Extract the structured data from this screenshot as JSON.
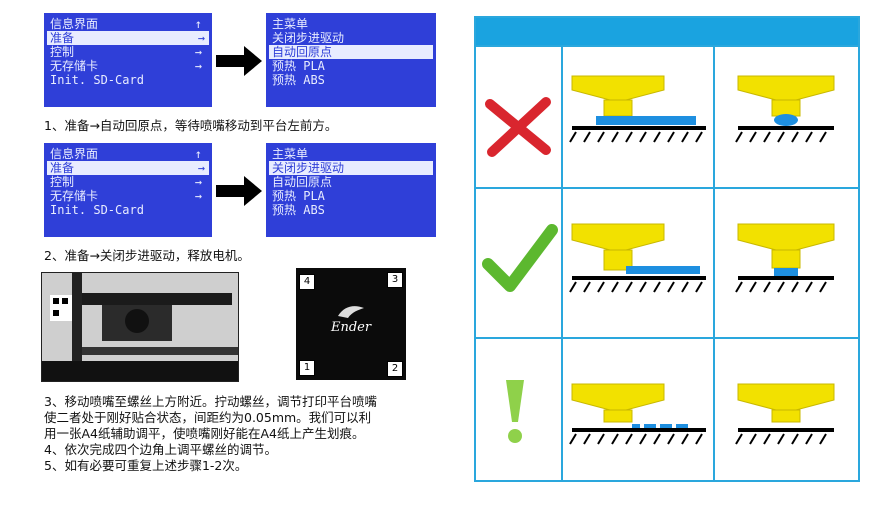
{
  "lcd1": {
    "rows": [
      {
        "label": "信息界面",
        "arrow": "↑",
        "selected": false
      },
      {
        "label": "准备",
        "arrow": "→",
        "selected": true
      },
      {
        "label": "控制",
        "arrow": "→",
        "selected": false
      },
      {
        "label": "无存储卡",
        "arrow": "→",
        "selected": false
      },
      {
        "label": "Init. SD-Card",
        "arrow": "",
        "selected": false
      }
    ]
  },
  "lcd2": {
    "rows": [
      {
        "label": "主菜单",
        "selected": false
      },
      {
        "label": "关闭步进驱动",
        "selected": false
      },
      {
        "label": "自动回原点",
        "selected": true
      },
      {
        "label": "预热 PLA",
        "selected": false
      },
      {
        "label": "预热 ABS",
        "selected": false
      }
    ]
  },
  "lcd3": {
    "rows": [
      {
        "label": "信息界面",
        "arrow": "↑",
        "selected": false
      },
      {
        "label": "准备",
        "arrow": "→",
        "selected": true
      },
      {
        "label": "控制",
        "arrow": "→",
        "selected": false
      },
      {
        "label": "无存储卡",
        "arrow": "→",
        "selected": false
      },
      {
        "label": "Init. SD-Card",
        "arrow": "",
        "selected": false
      }
    ]
  },
  "lcd4": {
    "rows": [
      {
        "label": "主菜单",
        "selected": false
      },
      {
        "label": "关闭步进驱动",
        "selected": true
      },
      {
        "label": "自动回原点",
        "selected": false
      },
      {
        "label": "预热 PLA",
        "selected": false
      },
      {
        "label": "预热 ABS",
        "selected": false
      }
    ]
  },
  "captions": {
    "step1": "1、准备→自动回原点，等待喷嘴移动到平台左前方。",
    "step2": "2、准备→关闭步进驱动，释放电机。"
  },
  "steps": {
    "line1": "3、移动喷嘴至螺丝上方附近。拧动螺丝，调节打印平台喷嘴",
    "line2": "使二者处于刚好贴合状态，间距约为0.05mm。我们可以利",
    "line3": "用一张A4纸辅助调平，使喷嘴刚好能在A4纸上产生划痕。",
    "line4": "4、依次完成四个边角上调平螺丝的调节。",
    "line5": "5、如有必要可重复上述步骤1-2次。"
  },
  "bed": {
    "brand": "Ender",
    "corners": [
      "4",
      "3",
      "1",
      "2"
    ]
  },
  "colors": {
    "lcd_bg": "#2f3fd8",
    "panel_blue": "#1aa3e0",
    "nozzle_yellow": "#f2e100",
    "filament_blue": "#1e8fe0",
    "cross_red": "#d9262e",
    "check_green": "#5cb82f"
  },
  "legend_rows": [
    {
      "status": "cross-icon"
    },
    {
      "status": "check-icon"
    },
    {
      "status": "exclamation-icon"
    }
  ]
}
